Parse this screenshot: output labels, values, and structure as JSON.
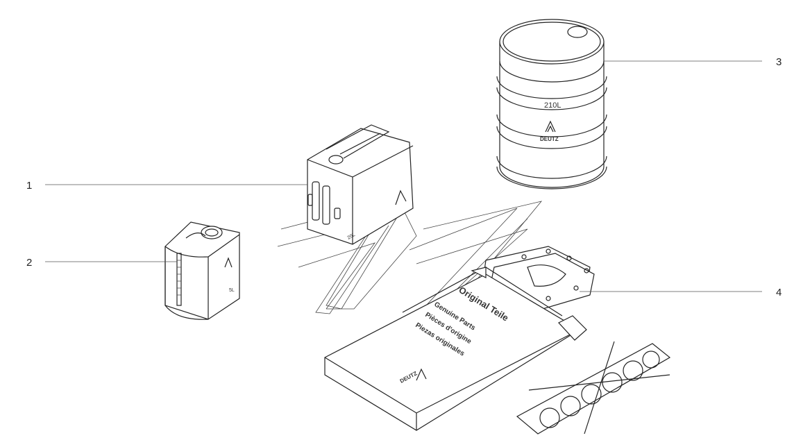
{
  "callouts": [
    {
      "id": "1",
      "label": "1"
    },
    {
      "id": "2",
      "label": "2"
    },
    {
      "id": "3",
      "label": "3"
    },
    {
      "id": "4",
      "label": "4"
    }
  ],
  "drum": {
    "capacity_text": "210L",
    "brand_text": "DEUTZ"
  },
  "box": {
    "line1": "Original Teile",
    "line2": "Genuine Parts",
    "line3": "Pièces d'origine",
    "line4": "Piezas originales",
    "brand_text": "DEUTZ"
  },
  "canister": {
    "volume_text": "5L"
  },
  "jerrycan": {
    "volume_text": "20L"
  }
}
